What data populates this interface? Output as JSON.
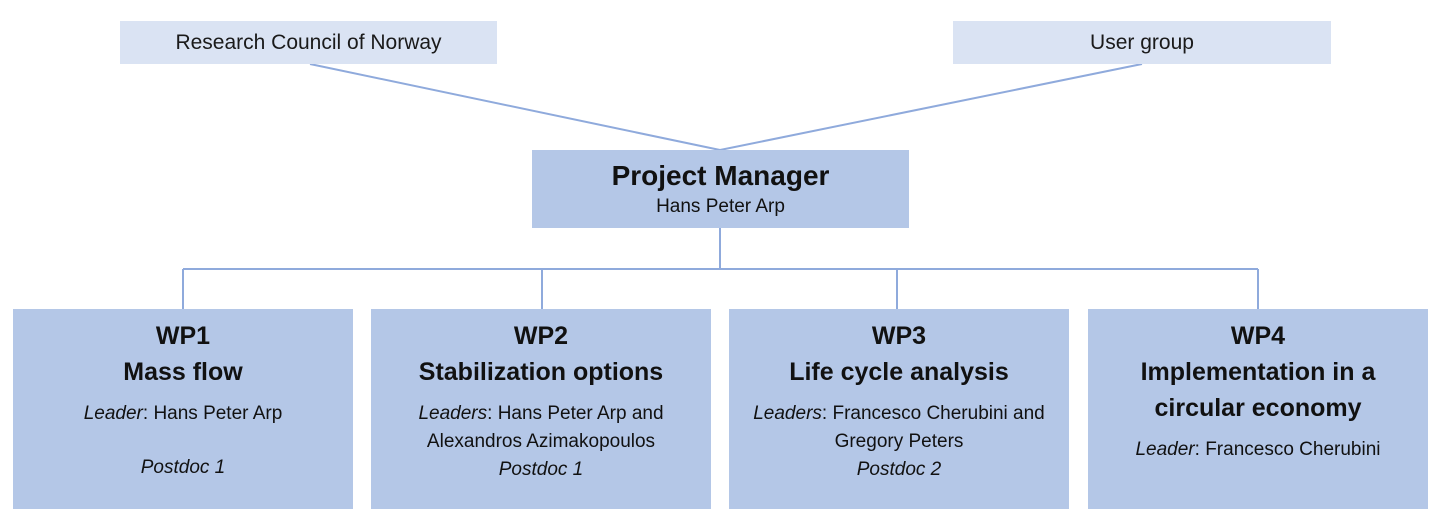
{
  "stakeholders": {
    "funder": "Research Council of Norway",
    "user_group": "User group"
  },
  "manager": {
    "title": "Project Manager",
    "name": "Hans Peter Arp"
  },
  "work_packages": [
    {
      "id": "WP1",
      "title_lines": [
        "Mass flow"
      ],
      "leader_role": "Leader",
      "leader_names": "Hans Peter Arp",
      "postdoc": "Postdoc 1"
    },
    {
      "id": "WP2",
      "title_lines": [
        "Stabilization options"
      ],
      "leader_role": "Leaders",
      "leader_names": "Hans Peter Arp and Alexandros Azimakopoulos",
      "postdoc": "Postdoc 1"
    },
    {
      "id": "WP3",
      "title_lines": [
        "Life cycle analysis"
      ],
      "leader_role": "Leaders",
      "leader_names": "Francesco Cherubini and Gregory Peters",
      "postdoc": "Postdoc 2"
    },
    {
      "id": "WP4",
      "title_lines": [
        "Implementation in a",
        "circular economy"
      ],
      "leader_role": "Leader",
      "leader_names": "Francesco Cherubini",
      "postdoc": ""
    }
  ],
  "colors": {
    "stakeholder_fill": "#dae3f3",
    "box_fill": "#b4c7e7",
    "connector": "#8faadc"
  }
}
